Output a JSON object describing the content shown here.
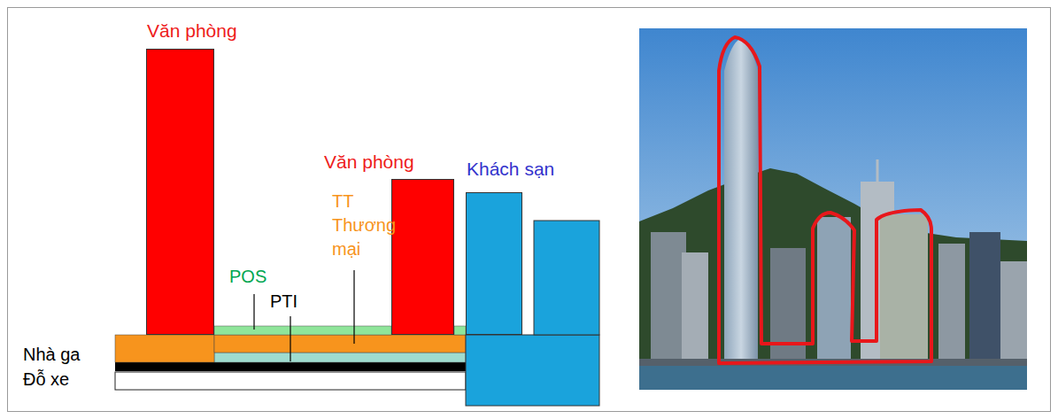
{
  "diagram": {
    "nodes": [
      {
        "text": [
          "Văn phòng"
        ]
      },
      {
        "text": [
          "Văn phòng"
        ]
      },
      {
        "text": [
          "Khách sạn"
        ]
      }
    ],
    "labels": [
      "TT Thương mại",
      "POS",
      "PTI",
      "Nhà ga",
      "Đỗ xe"
    ]
  }
}
